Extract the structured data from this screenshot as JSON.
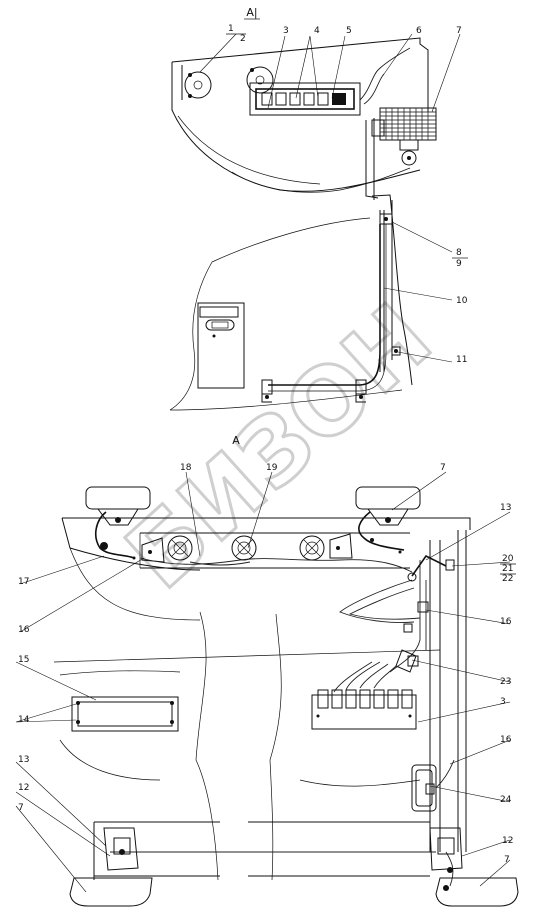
{
  "views": {
    "view_a1": "А|",
    "view_a": "А"
  },
  "watermark": "БИЗОН",
  "callouts_a1": [
    "1",
    "2",
    "3",
    "4",
    "5",
    "6",
    "7",
    "8",
    "9",
    "10",
    "11"
  ],
  "callouts_a": [
    "18",
    "19",
    "7",
    "13",
    "20",
    "21",
    "22",
    "17",
    "16",
    "16",
    "15",
    "14",
    "23",
    "3",
    "16",
    "24",
    "13",
    "12",
    "7",
    "12",
    "7"
  ]
}
